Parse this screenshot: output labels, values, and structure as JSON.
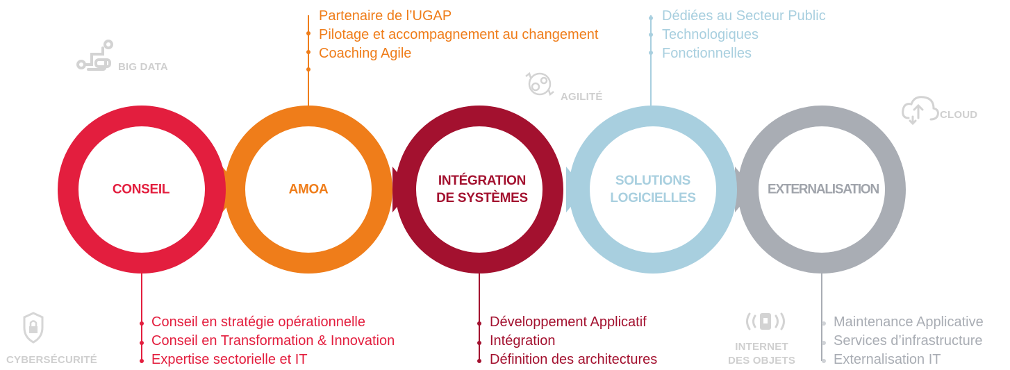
{
  "colors": {
    "conseil": "#e31e3e",
    "amoa": "#ef7d1a",
    "integration": "#a3112f",
    "solutions": "#a8cfdf",
    "externalisation": "#a9adb4",
    "theme_gray": "#d0d0d0"
  },
  "circles": [
    {
      "id": "conseil",
      "lines": [
        "CONSEIL"
      ]
    },
    {
      "id": "amoa",
      "lines": [
        "AMOA"
      ]
    },
    {
      "id": "integration",
      "lines": [
        "INTÉGRATION",
        "DE SYSTÈMES"
      ]
    },
    {
      "id": "solutions",
      "lines": [
        "SOLUTIONS",
        "LOGICIELLES"
      ]
    },
    {
      "id": "externalisation",
      "lines": [
        "EXTERNALISATION"
      ]
    }
  ],
  "lists": {
    "amoa": [
      "Partenaire de l’UGAP",
      "Pilotage et accompagnement au changement",
      "Coaching Agile"
    ],
    "solutions": [
      "Dédiées au Secteur Public",
      "Technologiques",
      "Fonctionnelles"
    ],
    "conseil": [
      "Conseil en stratégie opérationnelle",
      "Conseil en Transformation & Innovation",
      "Expertise sectorielle et IT"
    ],
    "integration": [
      "Développement Applicatif",
      "Intégration",
      "Définition des architectures"
    ],
    "externalisation": [
      "Maintenance Applicative",
      "Services d’infrastructure",
      "Externalisation IT"
    ]
  },
  "themes": {
    "big_data": {
      "label": "BIG DATA",
      "icon": "network-nodes-icon"
    },
    "agilite": {
      "label": "AGILITÉ",
      "icon": "gears-cycle-icon"
    },
    "cloud": {
      "label": "CLOUD",
      "icon": "cloud-sync-icon"
    },
    "cybersecurite": {
      "label": "CYBERSÉCURITÉ",
      "icon": "shield-lock-icon"
    },
    "iot": {
      "label_line1": "INTERNET",
      "label_line2": "DES OBJETS",
      "icon": "phone-signal-icon"
    }
  }
}
